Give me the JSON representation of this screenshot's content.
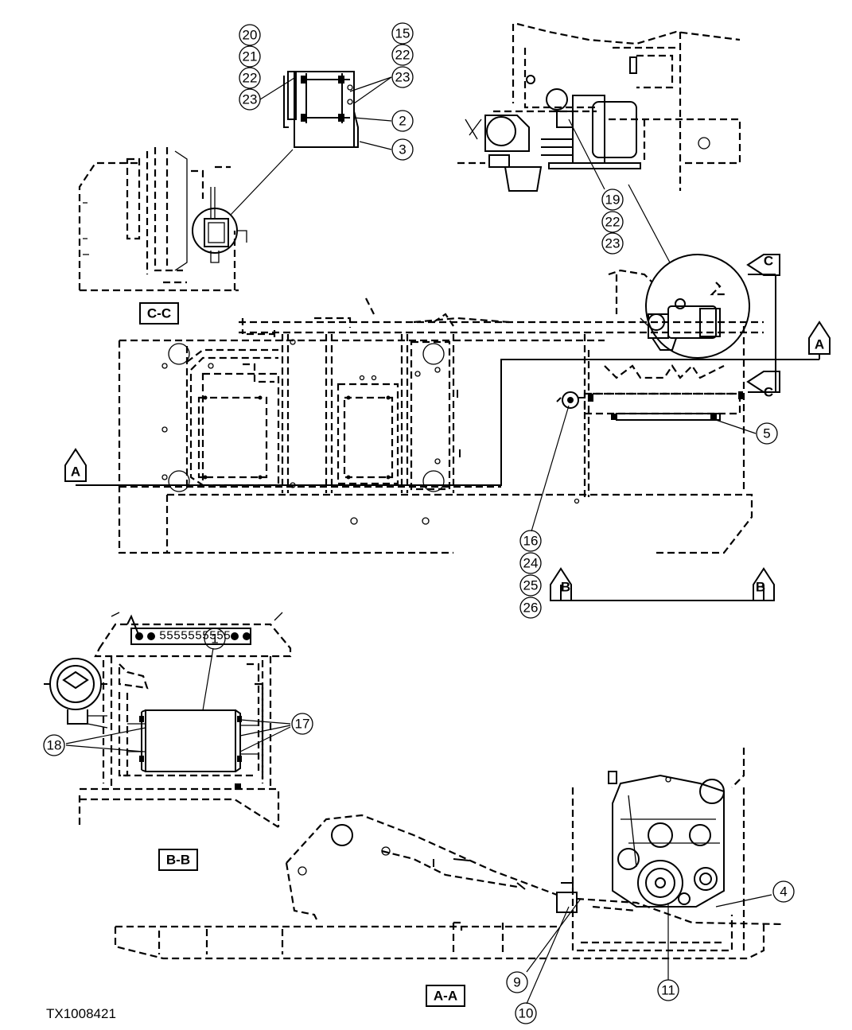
{
  "figure_id": "TX1008421",
  "sections": {
    "cc": "C-C",
    "bb": "B-B",
    "aa": "A-A"
  },
  "arrows": {
    "a_left": "A",
    "a_right": "A",
    "b_left": "B",
    "b_right": "B",
    "c_top": "C",
    "c_bottom": "C"
  },
  "callouts": {
    "c1": "1",
    "c2": "2",
    "c3": "3",
    "c4": "4",
    "c5": "5",
    "c9": "9",
    "c10": "10",
    "c11": "11",
    "c15": "15",
    "c16": "16",
    "c17": "17",
    "c18": "18",
    "c19": "19",
    "c20": "20",
    "c21": "21",
    "c22a": "22",
    "c22b": "22",
    "c22c": "22",
    "c23a": "23",
    "c23b": "23",
    "c23c": "23",
    "c24": "24",
    "c25": "25",
    "c26": "26"
  }
}
